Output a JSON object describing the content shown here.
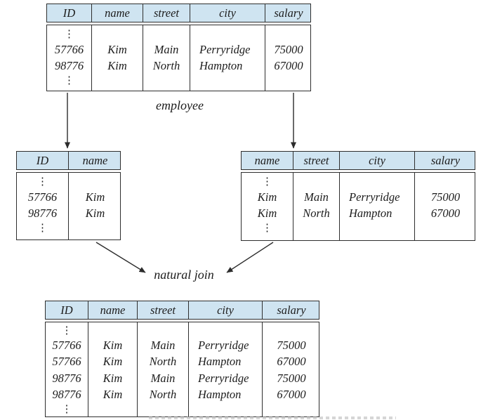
{
  "diagram": {
    "labels": {
      "employee": "employee",
      "natural_join": "natural join"
    },
    "ellipsis": "⋮",
    "colors": {
      "header_fill": "#cfe4f1",
      "border": "#2e2e2e",
      "text": "#1c1c1c"
    },
    "tables": {
      "employee": {
        "columns": [
          "ID",
          "name",
          "street",
          "city",
          "salary"
        ],
        "rows": [
          [
            "57766",
            "Kim",
            "Main",
            "Perryridge",
            "75000"
          ],
          [
            "98776",
            "Kim",
            "North",
            "Hampton",
            "67000"
          ]
        ]
      },
      "left_projection": {
        "columns": [
          "ID",
          "name"
        ],
        "rows": [
          [
            "57766",
            "Kim"
          ],
          [
            "98776",
            "Kim"
          ]
        ]
      },
      "right_projection": {
        "columns": [
          "name",
          "street",
          "city",
          "salary"
        ],
        "rows": [
          [
            "Kim",
            "Main",
            "Perryridge",
            "75000"
          ],
          [
            "Kim",
            "North",
            "Hampton",
            "67000"
          ]
        ]
      },
      "join_result": {
        "columns": [
          "ID",
          "name",
          "street",
          "city",
          "salary"
        ],
        "rows": [
          [
            "57766",
            "Kim",
            "Main",
            "Perryridge",
            "75000"
          ],
          [
            "57766",
            "Kim",
            "North",
            "Hampton",
            "67000"
          ],
          [
            "98776",
            "Kim",
            "Main",
            "Perryridge",
            "75000"
          ],
          [
            "98776",
            "Kim",
            "North",
            "Hampton",
            "67000"
          ]
        ]
      }
    }
  }
}
